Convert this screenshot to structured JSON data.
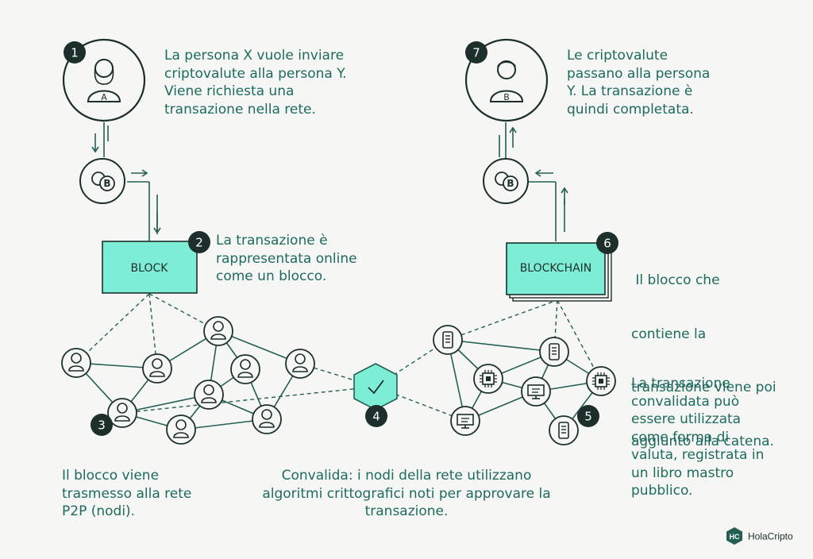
{
  "steps": [
    {
      "badge": "1",
      "lines": [
        "La persona X vuole inviare",
        "criptovalute alla persona Y.",
        "Viene richiesta una",
        "transazione nella rete."
      ]
    },
    {
      "badge": "2",
      "lines": [
        "La transazione è",
        "rappresentata online",
        "come un blocco."
      ]
    },
    {
      "badge": "3",
      "lines": [
        "Il blocco viene",
        "trasmesso alla rete",
        "P2P (nodi)."
      ]
    },
    {
      "badge": "4",
      "lines": [
        "Convalida: i nodi della rete utilizzano",
        "algoritmi crittografici noti per approvare la",
        "transazione."
      ]
    },
    {
      "badge": "5",
      "lines": [
        "La transazione",
        "convalidata può",
        "essere utilizzata",
        "come forma di",
        "valuta, registrata in",
        "un libro mastro",
        "pubblico."
      ]
    },
    {
      "badge": "6",
      "lines": [
        " Il blocco che",
        "contiene la",
        "transazione viene poi",
        "aggiunto alla catena."
      ]
    },
    {
      "badge": "7",
      "lines": [
        "Le criptovalute",
        "passano alla persona",
        "Y. La transazione è",
        "quindi completata."
      ]
    }
  ],
  "person_a_letter": "A",
  "person_b_letter": "B",
  "coin_letter": "B",
  "block_label": "BLOCK",
  "blockchain_label": "BLOCKCHAIN",
  "brand": {
    "name": "HolaCripto",
    "logo_letters": "HC"
  },
  "colors": {
    "accent": "#7dedd6",
    "dark": "#1c2f2a",
    "text": "#1d6b5e",
    "line": "#235f52",
    "background": "#f6f6f4"
  }
}
